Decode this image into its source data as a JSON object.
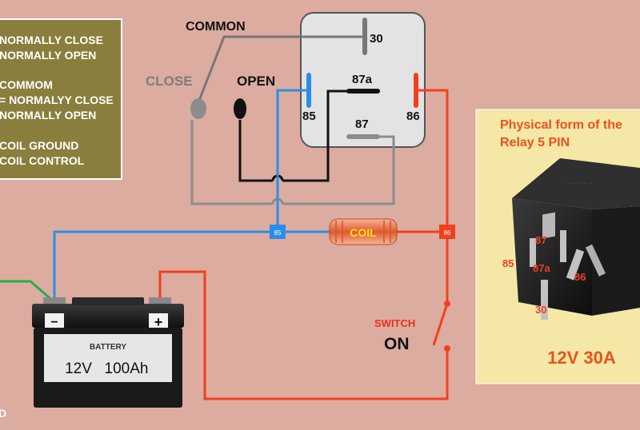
{
  "legend": {
    "lines": [
      "NORMALLY CLOSE",
      "NORMALLY OPEN",
      "",
      "COMMOM",
      "= NORMALYY CLOSE",
      "NORMALLY OPEN",
      "",
      "COIL GROUND",
      "COIL CONTROL"
    ]
  },
  "relay": {
    "common_label": "COMMON",
    "close_label": "CLOSE",
    "open_label": "OPEN",
    "pins": {
      "p30": "30",
      "p85": "85",
      "p86": "86",
      "p87": "87",
      "p87a": "87a"
    }
  },
  "coil": {
    "label": "COIL",
    "node_85": "85",
    "node_86": "86"
  },
  "switch": {
    "label": "SWITCH",
    "state": "ON"
  },
  "battery": {
    "label": "BATTERY",
    "voltage": "12V",
    "capacity": "100Ah",
    "neg": "−",
    "pos": "+"
  },
  "photo_panel": {
    "title_line1": "Physical form of the",
    "title_line2": "Relay 5 PIN",
    "pin_labels": [
      "87",
      "85",
      "87a",
      "86",
      "30"
    ],
    "rating": "12V 30A"
  },
  "edge_letter": "D",
  "colors": {
    "background": "#dcaca0",
    "legend_bg": "#8a7e3c",
    "blue_wire": "#2a8ee6",
    "red_wire": "#f2401c",
    "black_wire": "#111111",
    "grey_wire": "#8c8c8c",
    "green_wire": "#23b04a",
    "relay_box": "#e3e3e3",
    "panel_bg": "#f5e7a6",
    "panel_text": "#e8531e"
  }
}
